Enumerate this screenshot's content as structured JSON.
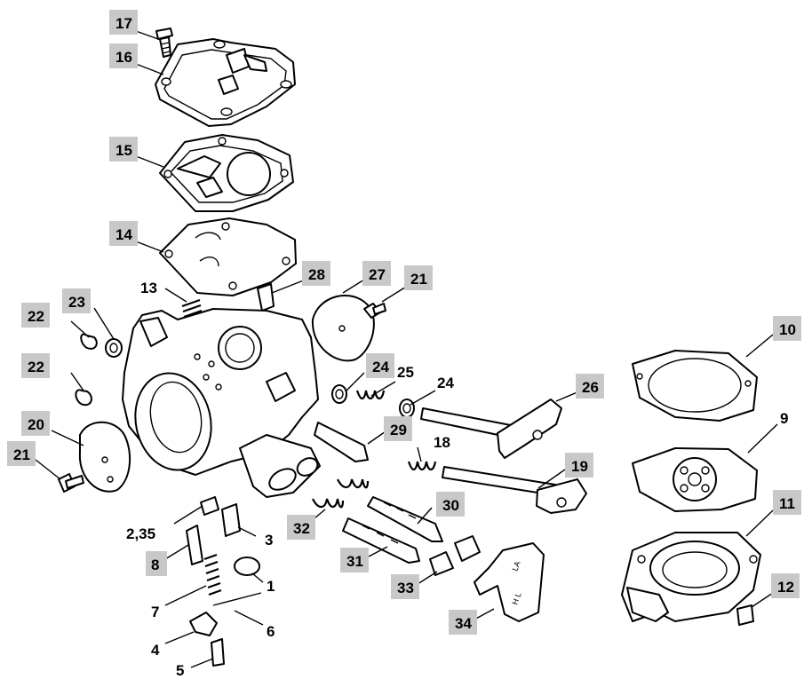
{
  "callouts": [
    {
      "id": "c17",
      "text": "17"
    },
    {
      "id": "c16",
      "text": "16"
    },
    {
      "id": "c15",
      "text": "15"
    },
    {
      "id": "c14",
      "text": "14"
    },
    {
      "id": "c13",
      "text": "13"
    },
    {
      "id": "c28",
      "text": "28"
    },
    {
      "id": "c27",
      "text": "27"
    },
    {
      "id": "c21a",
      "text": "21"
    },
    {
      "id": "c22a",
      "text": "22"
    },
    {
      "id": "c23",
      "text": "23"
    },
    {
      "id": "c22b",
      "text": "22"
    },
    {
      "id": "c24a",
      "text": "24"
    },
    {
      "id": "c25",
      "text": "25"
    },
    {
      "id": "c24b",
      "text": "24"
    },
    {
      "id": "c26",
      "text": "26"
    },
    {
      "id": "c10",
      "text": "10"
    },
    {
      "id": "c9",
      "text": "9"
    },
    {
      "id": "c20",
      "text": "20"
    },
    {
      "id": "c29",
      "text": "29"
    },
    {
      "id": "c18",
      "text": "18"
    },
    {
      "id": "c19",
      "text": "19"
    },
    {
      "id": "c21b",
      "text": "21"
    },
    {
      "id": "c11",
      "text": "11"
    },
    {
      "id": "c2_35",
      "text": "2,35"
    },
    {
      "id": "c3",
      "text": "3"
    },
    {
      "id": "c32",
      "text": "32"
    },
    {
      "id": "c30",
      "text": "30"
    },
    {
      "id": "c8",
      "text": "8"
    },
    {
      "id": "c31",
      "text": "31"
    },
    {
      "id": "c1",
      "text": "1"
    },
    {
      "id": "c33",
      "text": "33"
    },
    {
      "id": "c7",
      "text": "7"
    },
    {
      "id": "c12",
      "text": "12"
    },
    {
      "id": "c6",
      "text": "6"
    },
    {
      "id": "c34",
      "text": "34"
    },
    {
      "id": "c4",
      "text": "4"
    },
    {
      "id": "c5",
      "text": "5"
    }
  ],
  "stamp_labels": {
    "lever_upper": "LA",
    "lever_lower": "H L"
  }
}
